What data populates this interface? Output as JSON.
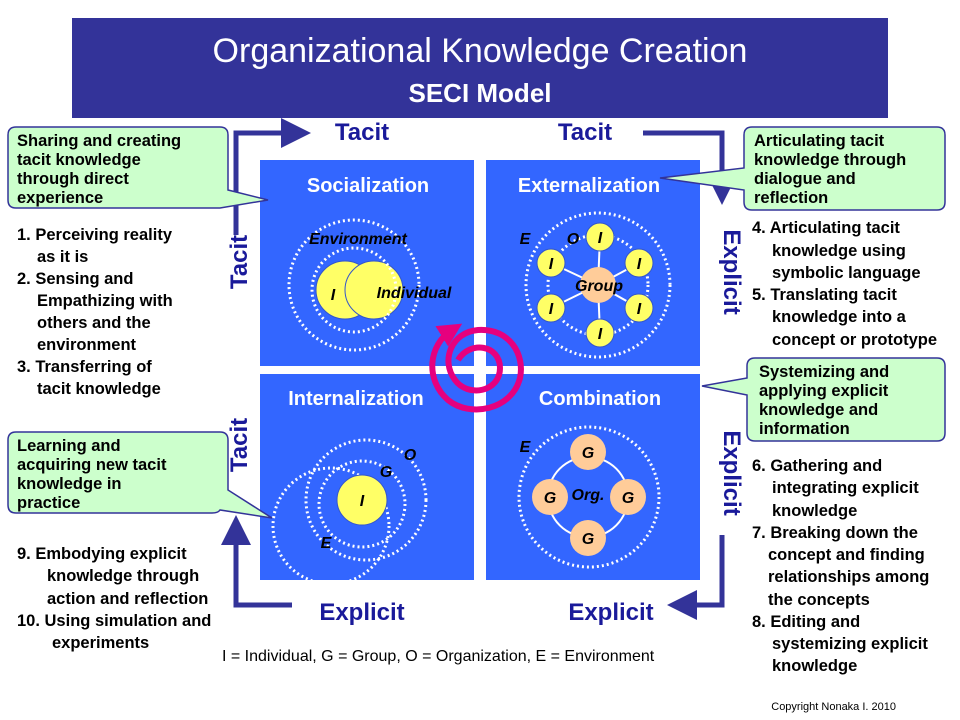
{
  "title": "Organizational Knowledge Creation",
  "subtitle": "SECI Model",
  "axes": {
    "top_left": "Tacit",
    "top_right": "Tacit",
    "bottom_left": "Explicit",
    "bottom_right": "Explicit",
    "left_top": "Tacit",
    "left_bottom": "Tacit",
    "right_top": "Explicit",
    "right_bottom": "Explicit"
  },
  "quadrants": {
    "socialization": {
      "title": "Socialization",
      "environment": "Environment",
      "i": "I",
      "individual": "Individual"
    },
    "externalization": {
      "title": "Externalization",
      "e": "E",
      "o": "O",
      "i": "I",
      "group": "Group"
    },
    "internalization": {
      "title": "Internalization",
      "o": "O",
      "g": "G",
      "i": "I",
      "e": "E"
    },
    "combination": {
      "title": "Combination",
      "e": "E",
      "g": "G",
      "org": "Org."
    }
  },
  "callouts": {
    "socialization": [
      "Sharing and creating",
      "tacit knowledge",
      "through direct",
      "experience"
    ],
    "externalization": [
      "Articulating  tacit",
      "knowledge through",
      "dialogue and",
      "reflection"
    ],
    "combination": [
      "Systemizing and",
      "applying  explicit",
      "knowledge and",
      "information"
    ],
    "internalization": [
      "Learning and",
      "acquiring  new tacit",
      "knowledge in",
      "practice"
    ]
  },
  "lists": {
    "socialization": [
      "1. Perceiving reality",
      "as it is",
      "2. Sensing and",
      "Empathizing with",
      "others and the",
      "environment",
      "3. Transferring of",
      "tacit knowledge"
    ],
    "externalization": [
      "4. Articulating tacit",
      "knowledge using",
      "symbolic language",
      "5. Translating tacit",
      "knowledge into a",
      "concept or prototype"
    ],
    "combination": [
      "6. Gathering and",
      "integrating explicit",
      "knowledge",
      "7. Breaking down the",
      "concept and finding",
      "relationships among",
      "the concepts",
      "8. Editing and",
      "systemizing explicit",
      "knowledge"
    ],
    "internalization": [
      "9. Embodying explicit",
      "knowledge through",
      "action and reflection",
      "10. Using simulation and",
      "experiments"
    ]
  },
  "legend": "I  = Individual, G = Group, O = Organization, E = Environment",
  "copyright": "Copyright Nonaka I. 2010",
  "colors": {
    "title_bg": "#333399",
    "quadrant": "#3366FF",
    "callout": "#CCFFCC",
    "arrow": "#333399",
    "spiral": "#E6007E",
    "individual": "#FFFF66",
    "group": "#FFCC99"
  }
}
